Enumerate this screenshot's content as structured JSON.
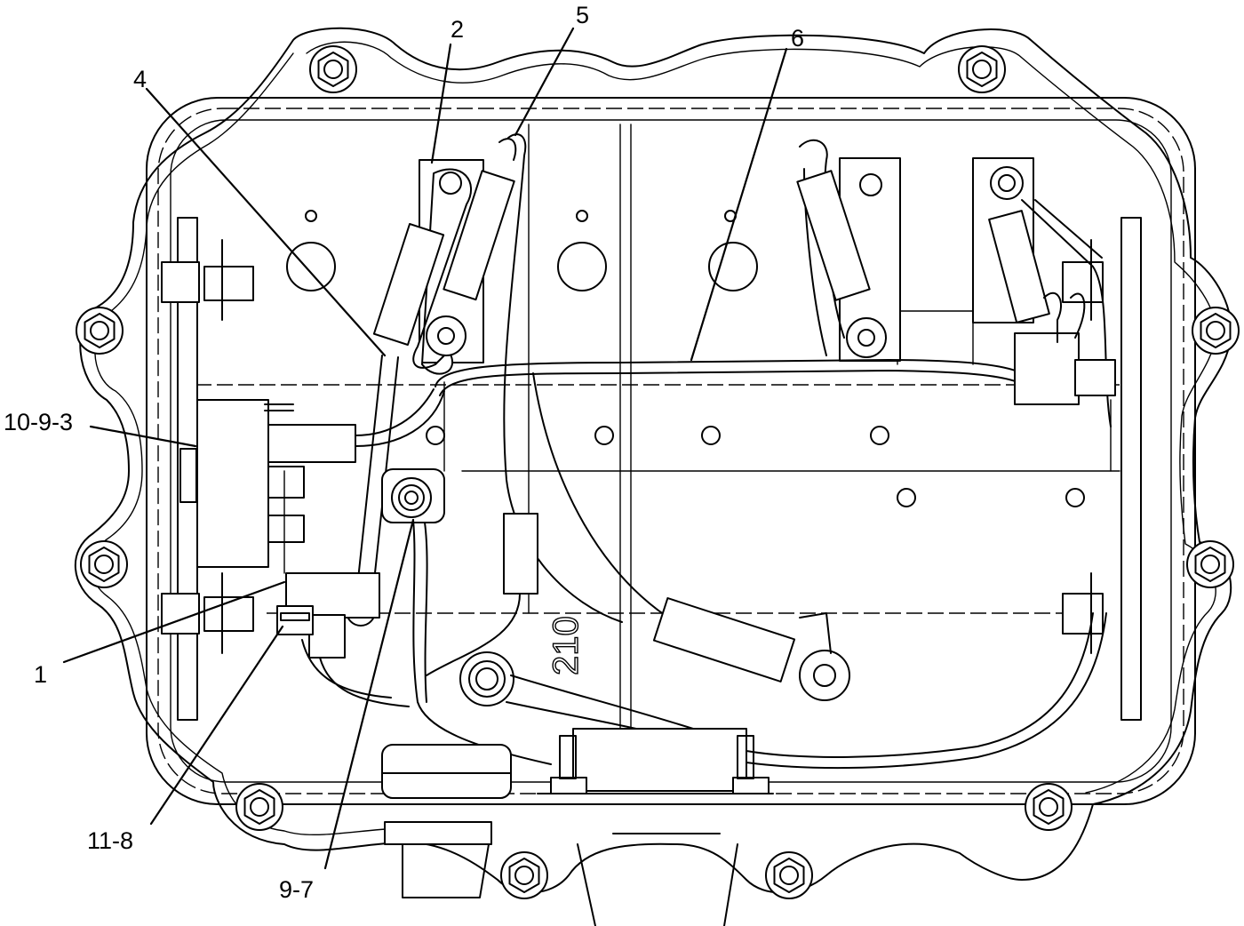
{
  "callouts": {
    "c2": "2",
    "c5": "5",
    "c6": "6",
    "c4": "4",
    "c10_9_3": "10-9-3",
    "c1": "1",
    "c11_8": "11-8",
    "c9_7": "9-7"
  },
  "stamp_text": "210",
  "colors": {
    "line": "#000000",
    "background": "#ffffff"
  }
}
